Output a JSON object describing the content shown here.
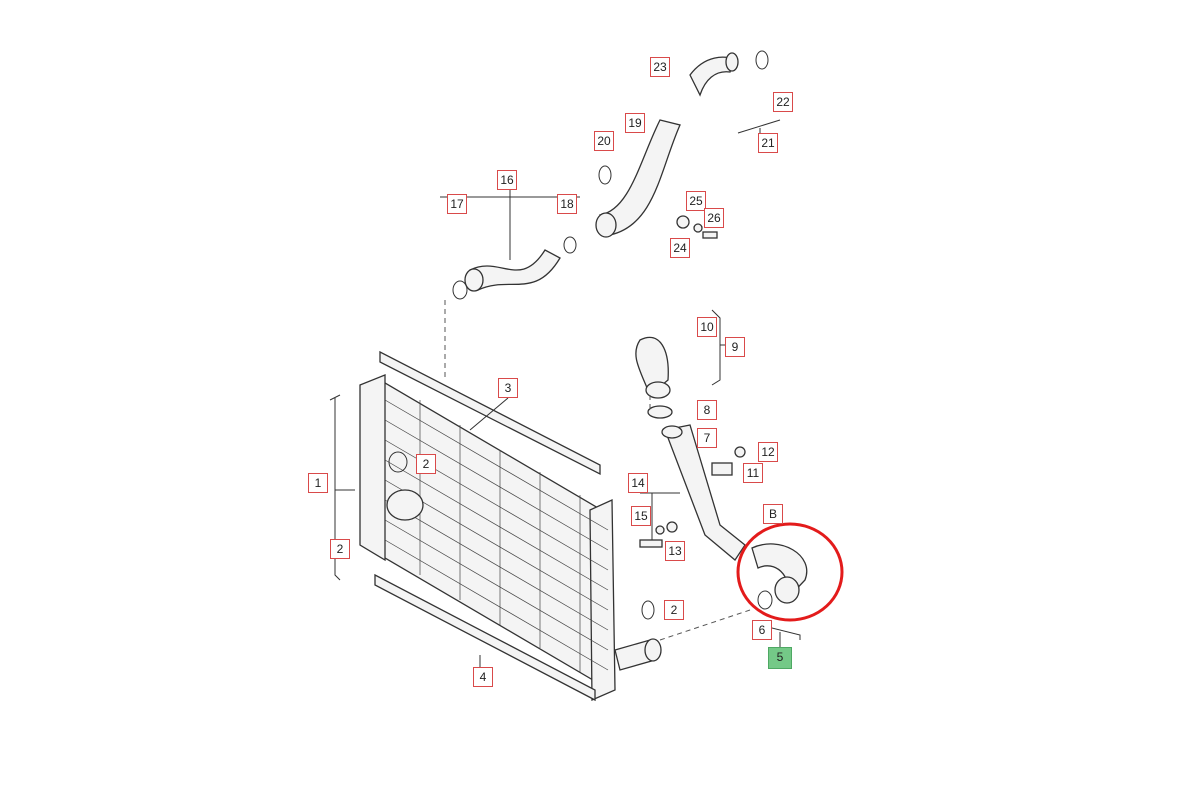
{
  "diagram": {
    "highlight_color": "#e31b1b",
    "callout_border_color": "#d94a4a",
    "highlight_box_color": "#74c987",
    "callouts": {
      "c1": "1",
      "c2a": "2",
      "c2b": "2",
      "c2c": "2",
      "c3": "3",
      "c4": "4",
      "c5": "5",
      "c6": "6",
      "c7": "7",
      "c8": "8",
      "c9": "9",
      "c10": "10",
      "c11": "11",
      "c12": "12",
      "c13": "13",
      "c14": "14",
      "c15": "15",
      "c16": "16",
      "c17": "17",
      "c18": "18",
      "c19": "19",
      "c20": "20",
      "c21": "21",
      "c22": "22",
      "c23": "23",
      "c24": "24",
      "c25": "25",
      "c26": "26",
      "cB": "B"
    }
  }
}
